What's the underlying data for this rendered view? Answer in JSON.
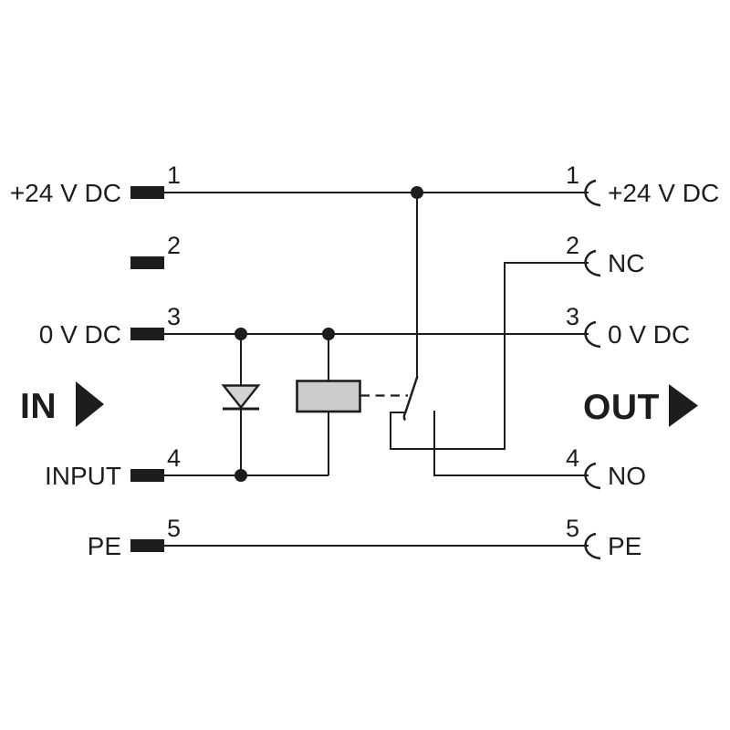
{
  "diagram": {
    "in_label": "IN",
    "out_label": "OUT",
    "terminals_left": [
      {
        "number": "1",
        "label": "+24 V DC"
      },
      {
        "number": "2",
        "label": ""
      },
      {
        "number": "3",
        "label": "0 V DC"
      },
      {
        "number": "4",
        "label": "INPUT"
      },
      {
        "number": "5",
        "label": "PE"
      }
    ],
    "terminals_right": [
      {
        "number": "1",
        "label": "+24 V DC"
      },
      {
        "number": "2",
        "label": "NC"
      },
      {
        "number": "3",
        "label": "0 V DC"
      },
      {
        "number": "4",
        "label": "NO"
      },
      {
        "number": "5",
        "label": "PE"
      }
    ],
    "icons": {
      "in_arrow": "right-arrow",
      "out_arrow": "right-arrow",
      "diode": "diode-symbol",
      "relay_coil": "relay-coil-symbol",
      "switch": "changeover-contact-symbol"
    },
    "colors": {
      "line": "#1d1d1b",
      "relay_fill": "#cbcbcb",
      "diode_fill": "#d2d2d2",
      "background": "#ffffff"
    }
  }
}
